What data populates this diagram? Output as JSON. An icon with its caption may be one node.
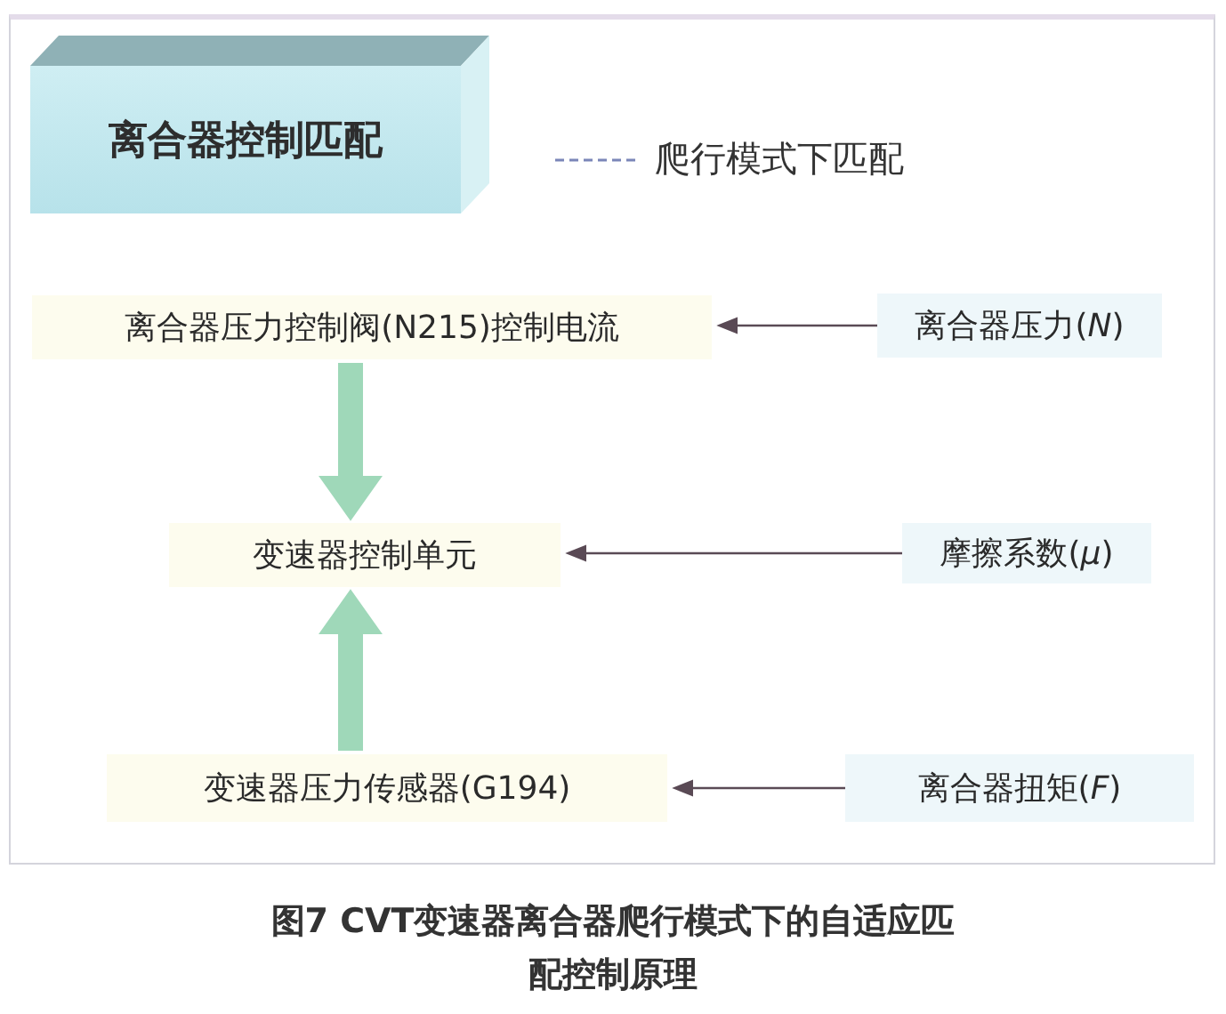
{
  "diagram": {
    "caption": "图7 CVT变速器离合器爬行模式下的自适应匹配控制原理",
    "nodes": [
      {
        "text": [
          "离合器控制匹配"
        ]
      },
      {
        "text": [
          "离合器压力控制阀(N215)控制电流"
        ]
      },
      {
        "text": [
          "离合器压力(*N*)"
        ]
      },
      {
        "text": [
          "变速器控制单元"
        ]
      },
      {
        "text": [
          "摩擦系数(*μ*)"
        ]
      },
      {
        "text": [
          "变速器压力传感器(G194)"
        ]
      },
      {
        "text": [
          "离合器扭矩(*F*)"
        ]
      }
    ],
    "edges": [
      {
        "from": 2,
        "to": 1,
        "arrow": "to"
      },
      {
        "from": 1,
        "to": 3,
        "arrow": "to",
        "style": "thick",
        "color": "#9fd8b9"
      },
      {
        "from": 4,
        "to": 3,
        "arrow": "to"
      },
      {
        "from": 5,
        "to": 3,
        "arrow": "to",
        "style": "thick",
        "color": "#9fd8b9"
      },
      {
        "from": 6,
        "to": 5,
        "arrow": "to"
      }
    ],
    "legend": [
      {
        "text": "爬行模式下匹配"
      }
    ]
  }
}
